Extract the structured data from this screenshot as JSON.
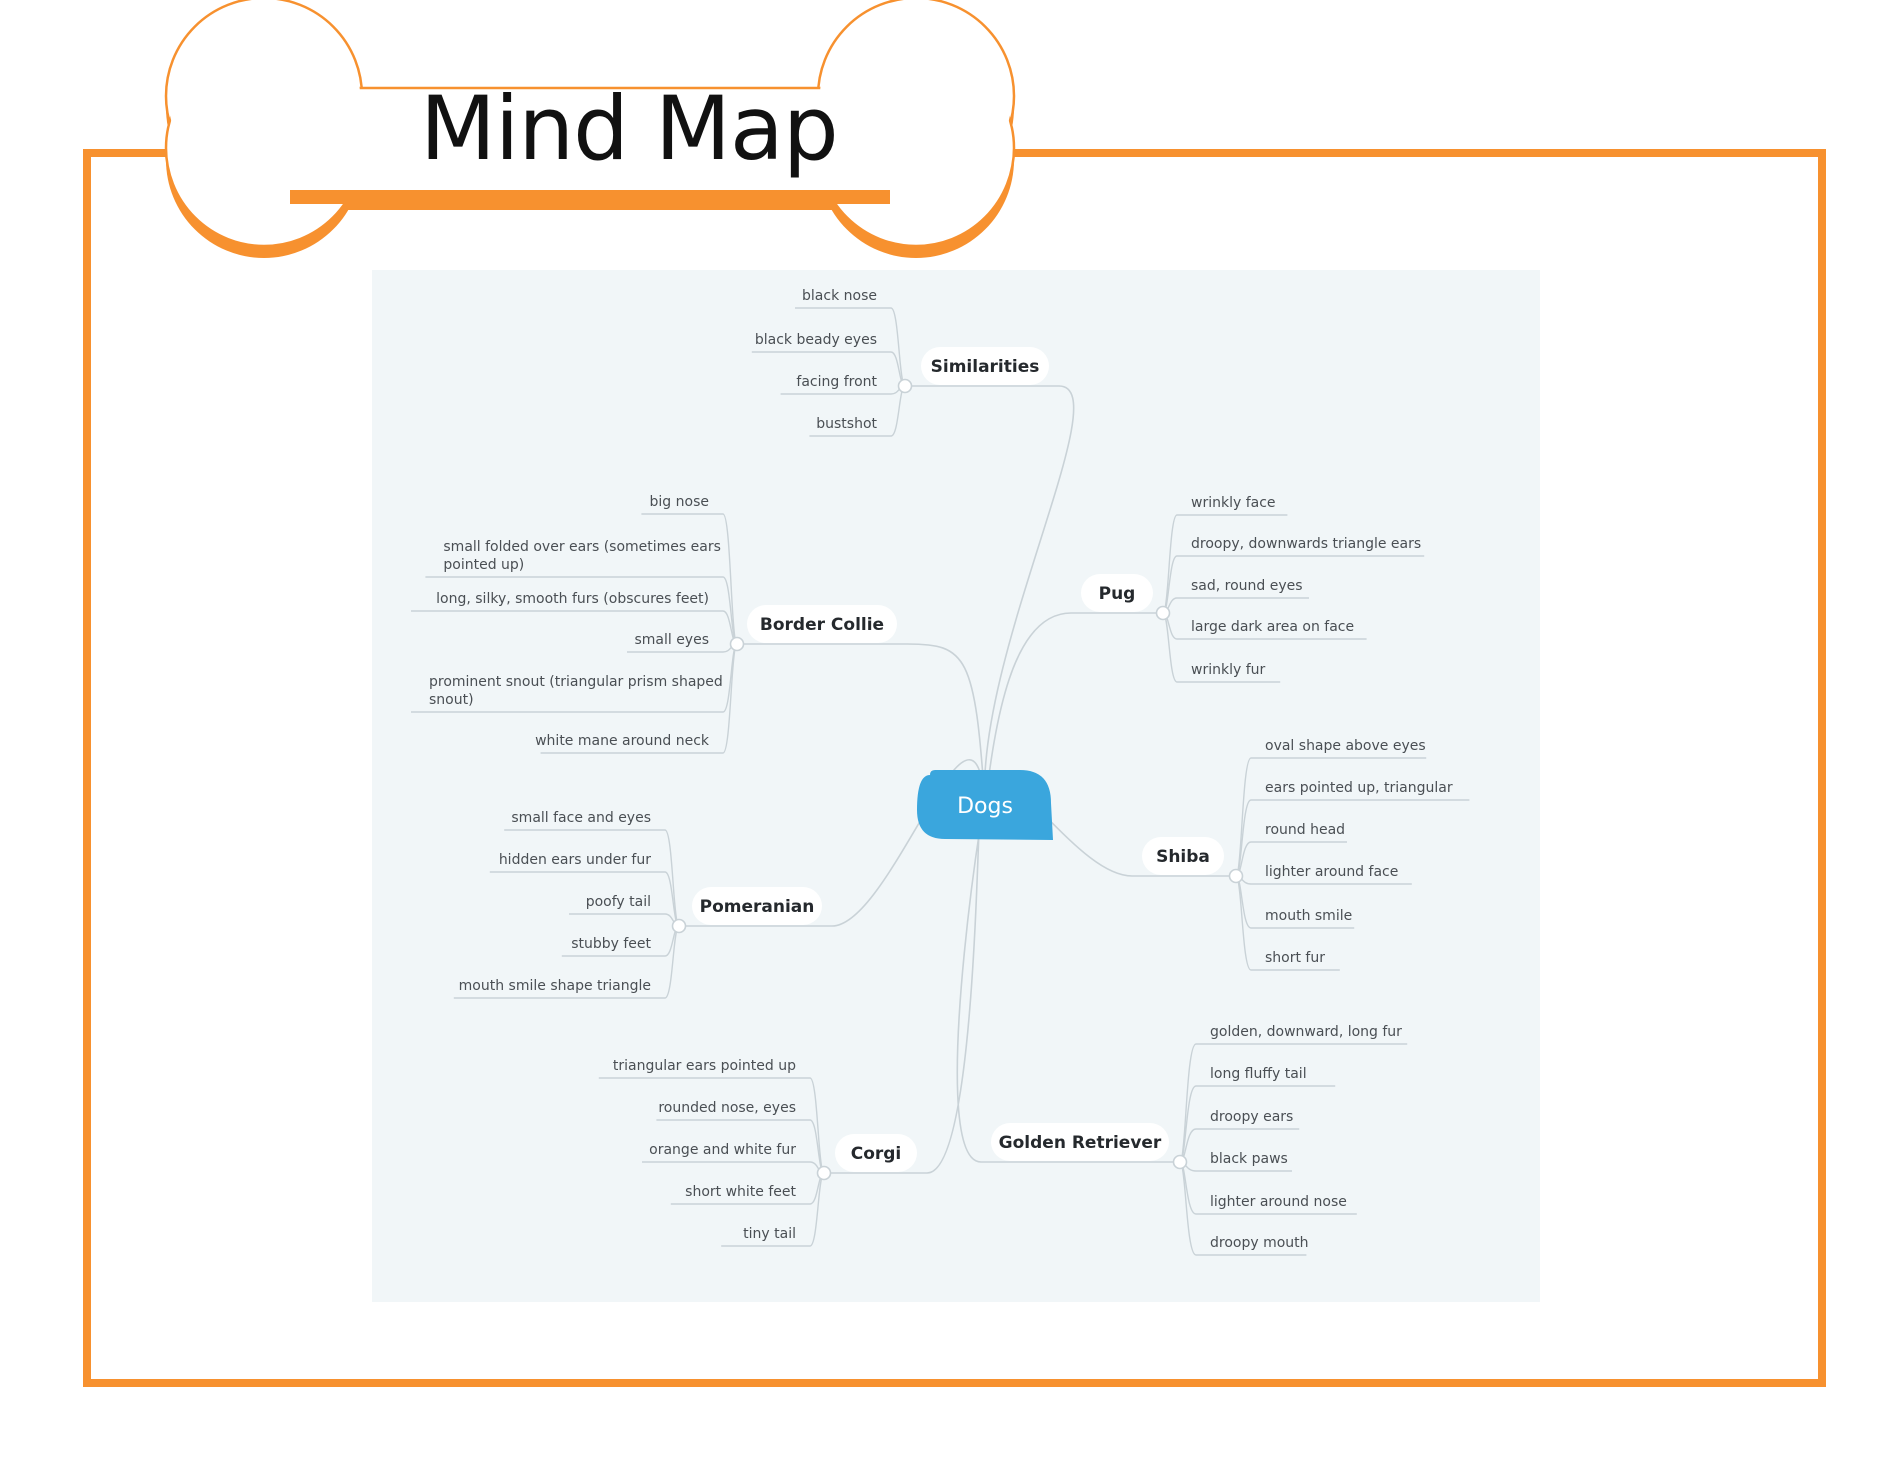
{
  "title": "Mind Map",
  "colors": {
    "frame": "#f7912f",
    "center": "#3aa6dd",
    "panel": "#f1f6f8",
    "line": "#c9d2d7"
  },
  "center": "Dogs",
  "branches": {
    "similarities": {
      "label": "Similarities",
      "items": [
        "black nose",
        "black beady eyes",
        "facing front",
        "bustshot"
      ]
    },
    "border_collie": {
      "label": "Border Collie",
      "items": [
        "big nose",
        [
          "small folded over ears (sometimes ears",
          "pointed up)"
        ],
        "long, silky, smooth furs (obscures feet)",
        "small eyes",
        [
          "prominent snout (triangular prism shaped",
          "snout)"
        ],
        "white mane around neck"
      ]
    },
    "pomeranian": {
      "label": "Pomeranian",
      "items": [
        "small face and eyes",
        "hidden ears under fur",
        "poofy tail",
        "stubby feet",
        "mouth smile shape triangle"
      ]
    },
    "corgi": {
      "label": "Corgi",
      "items": [
        "triangular ears pointed up",
        "rounded nose, eyes",
        "orange and white fur",
        "short white feet",
        "tiny tail"
      ]
    },
    "pug": {
      "label": "Pug",
      "items": [
        "wrinkly face",
        "droopy, downwards triangle ears",
        "sad, round eyes",
        "large dark area on face",
        "wrinkly fur"
      ]
    },
    "shiba": {
      "label": "Shiba",
      "items": [
        "oval shape above eyes",
        "ears pointed up, triangular",
        "round head",
        "lighter around face",
        "mouth smile",
        "short fur"
      ]
    },
    "golden_retriever": {
      "label": "Golden Retriever",
      "items": [
        "golden, downward, long fur",
        "long fluffy tail",
        "droopy ears",
        "black paws",
        "lighter around nose",
        "droopy mouth"
      ]
    }
  }
}
